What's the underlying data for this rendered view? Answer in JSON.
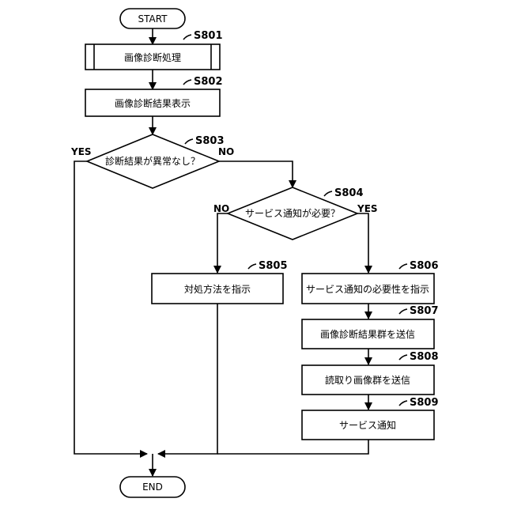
{
  "nodes": {
    "start": {
      "label": "START"
    },
    "s801": {
      "step": "S801",
      "label": "画像診断処理"
    },
    "s802": {
      "step": "S802",
      "label": "画像診断結果表示"
    },
    "s803": {
      "step": "S803",
      "label": "診断結果が異常なし？",
      "yes": "YES",
      "no": "NO"
    },
    "s804": {
      "step": "S804",
      "label": "サービス通知が必要？",
      "yes": "YES",
      "no": "NO"
    },
    "s805": {
      "step": "S805",
      "label": "対処方法を指示"
    },
    "s806": {
      "step": "S806",
      "label": "サービス通知の必要性を指示"
    },
    "s807": {
      "step": "S807",
      "label": "画像診断結果群を送信"
    },
    "s808": {
      "step": "S808",
      "label": "読取り画像群を送信"
    },
    "s809": {
      "step": "S809",
      "label": "サービス通知"
    },
    "end": {
      "label": "END"
    }
  }
}
